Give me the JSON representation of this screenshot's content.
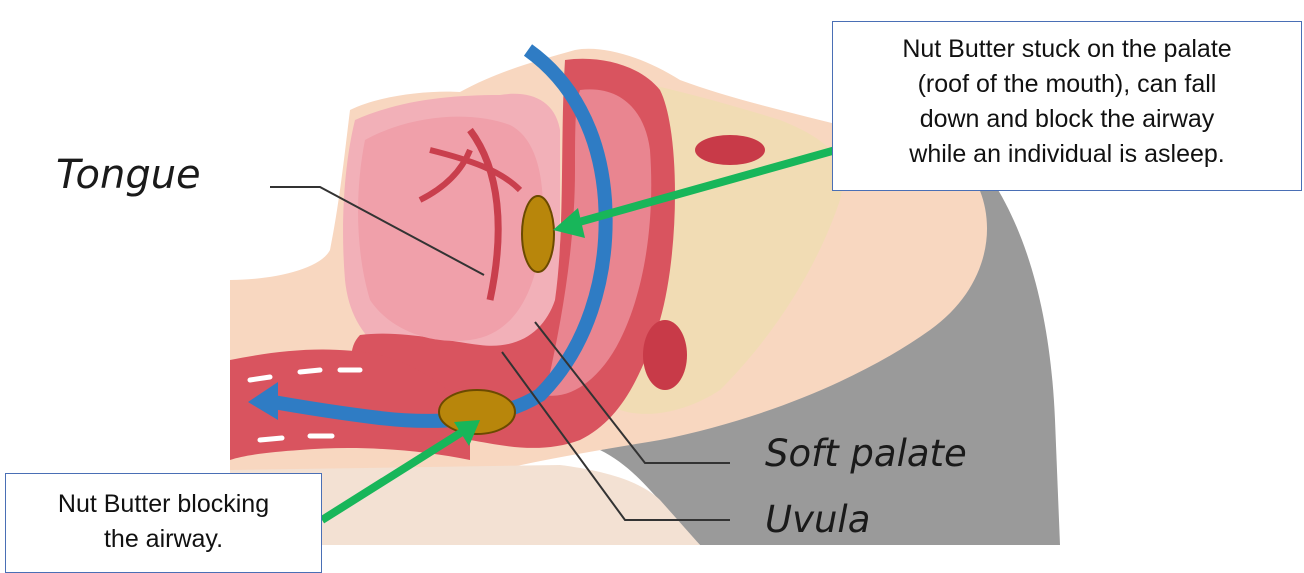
{
  "labels": {
    "tongue": "Tongue",
    "soft_palate": "Soft palate",
    "uvula": "Uvula"
  },
  "callouts": {
    "top_lines": [
      "Nut Butter stuck on the palate",
      "(roof of the mouth), can fall",
      "down and block the airway",
      "while an individual is asleep."
    ],
    "bottom_lines": [
      "Nut Butter blocking",
      "the airway."
    ]
  },
  "colors": {
    "skin": "#f8d7c0",
    "tissue": "#d9545f",
    "tissue_light": "#f2a9b0",
    "airway": "#2f7cc4",
    "nut_butter": "#b8860b",
    "arrow": "#18b65a",
    "background_gray": "#9a9a9a",
    "callout_border": "#4a6fb5"
  }
}
